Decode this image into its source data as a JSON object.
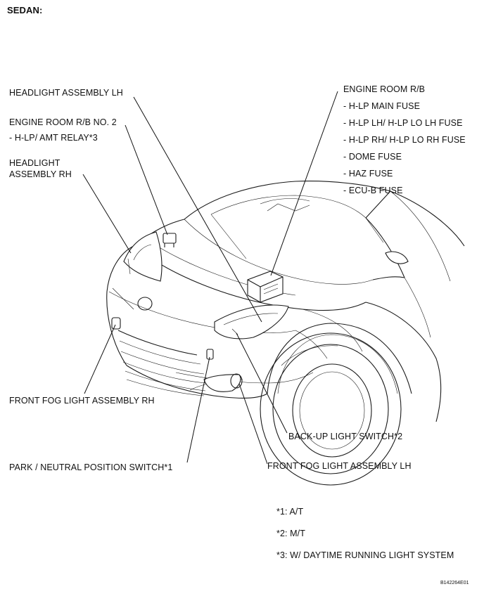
{
  "title": "SEDAN:",
  "labels": {
    "headlight_lh": "HEADLIGHT ASSEMBLY LH",
    "engine_rb_no2": "ENGINE ROOM R/B NO. 2",
    "hlp_amt_relay": "- H-LP/ AMT RELAY*3",
    "headlight_rh_line1": "HEADLIGHT",
    "headlight_rh_line2": "ASSEMBLY RH",
    "engine_rb": "ENGINE ROOM R/B",
    "engine_rb_items": [
      "- H-LP MAIN FUSE",
      "- H-LP LH/ H-LP LO LH FUSE",
      "- H-LP RH/ H-LP LO RH FUSE",
      "- DOME FUSE",
      "- HAZ FUSE",
      "- ECU-B FUSE"
    ],
    "fog_rh": "FRONT FOG LIGHT ASSEMBLY RH",
    "park_neutral": "PARK / NEUTRAL POSITION SWITCH*1",
    "backup_switch": "BACK-UP LIGHT SWITCH*2",
    "fog_lh": "FRONT FOG LIGHT ASSEMBLY LH"
  },
  "notes": [
    "*1: A/T",
    "*2: M/T",
    "*3: W/ DAYTIME RUNNING LIGHT SYSTEM"
  ],
  "figure_code": "B142264E01"
}
